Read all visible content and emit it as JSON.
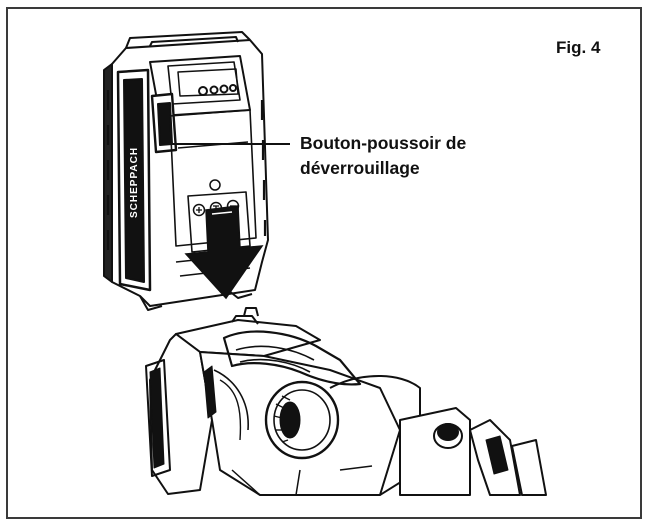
{
  "figure": {
    "label": "Fig. 4"
  },
  "callouts": [
    {
      "line1": "Bouton-poussoir de",
      "line2": "déverrouillage"
    }
  ],
  "battery": {
    "brand_text": "SCHEPPACH",
    "terminal_symbols": [
      "+",
      "T",
      "−"
    ]
  },
  "colors": {
    "line": "#111111",
    "frame": "#3a3a3a",
    "background": "#ffffff"
  }
}
